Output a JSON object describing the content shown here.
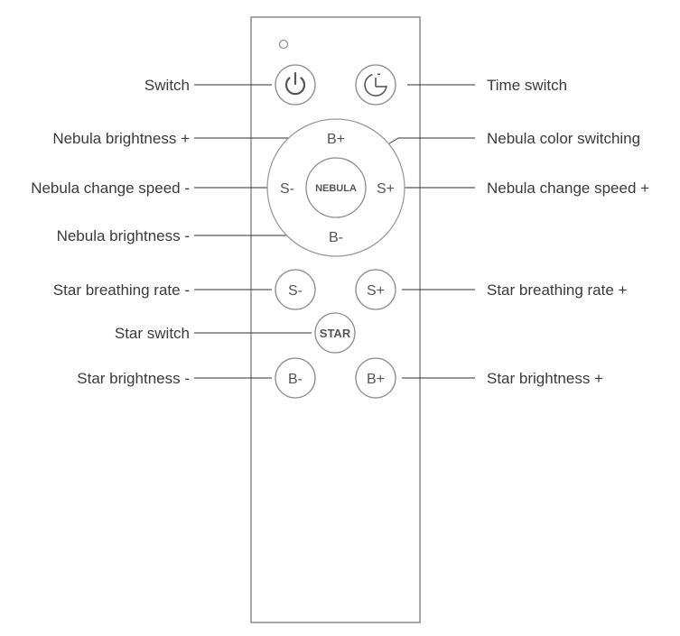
{
  "labels": {
    "switch": "Switch",
    "time_switch": "Time switch",
    "nebula_brightness_plus": "Nebula brightness +",
    "nebula_color_switching": "Nebula color switching",
    "nebula_change_speed_minus": "Nebula change speed -",
    "nebula_change_speed_plus": "Nebula change speed +",
    "nebula_brightness_minus": "Nebula brightness -",
    "star_breathing_rate_minus": "Star breathing rate -",
    "star_breathing_rate_plus": "Star breathing rate +",
    "star_switch": "Star switch",
    "star_brightness_minus": "Star brightness -",
    "star_brightness_plus": "Star brightness +"
  },
  "buttons": {
    "power_icon": "power-icon",
    "timer_icon": "timer-icon",
    "nebula_b_plus": "B+",
    "nebula_b_minus": "B-",
    "nebula_s_minus": "S-",
    "nebula_s_plus": "S+",
    "nebula_center": "NEBULA",
    "star_s_minus": "S-",
    "star_s_plus": "S+",
    "star_center": "STAR",
    "star_b_minus": "B-",
    "star_b_plus": "B+"
  },
  "colors": {
    "outline": "#8c8c8c",
    "text": "#3a3a3a",
    "leader_lines": "#2f2f2f"
  }
}
